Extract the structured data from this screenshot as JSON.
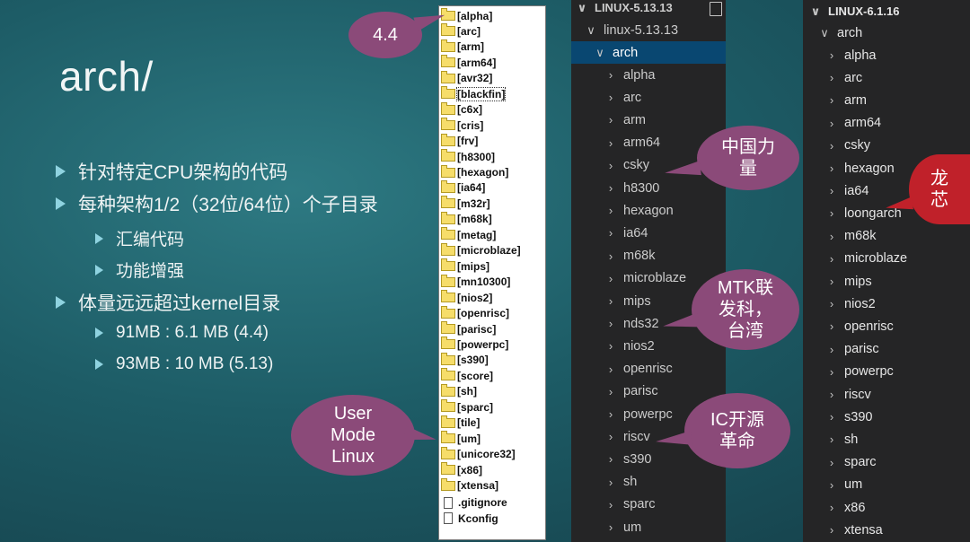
{
  "slide": {
    "title": "arch/",
    "bullets": [
      {
        "level": 1,
        "text": "针对特定CPU架构的代码"
      },
      {
        "level": 1,
        "text": "每种架构1/2（32位/64位）个子目录"
      },
      {
        "level": 2,
        "text": "汇编代码"
      },
      {
        "level": 2,
        "text": "功能增强"
      },
      {
        "level": 1,
        "text": "体量远远超过kernel目录"
      },
      {
        "level": 2,
        "text": "91MB : 6.1 MB (4.4)"
      },
      {
        "level": 2,
        "text": "93MB : 10 MB (5.13)"
      }
    ]
  },
  "bubbles": {
    "v44": "4.4",
    "user_mode_linux": [
      "User",
      "Mode",
      "Linux"
    ],
    "china_power": [
      "中国力",
      "量"
    ],
    "mtk": [
      "MTK联",
      "发科，",
      "台湾"
    ],
    "ic_open": [
      "IC开源",
      "革命"
    ],
    "loongson": [
      "龙",
      "芯"
    ]
  },
  "old_listing": {
    "folders": [
      "[alpha]",
      "[arc]",
      "[arm]",
      "[arm64]",
      "[avr32]",
      "[blackfin]",
      "[c6x]",
      "[cris]",
      "[frv]",
      "[h8300]",
      "[hexagon]",
      "[ia64]",
      "[m32r]",
      "[m68k]",
      "[metag]",
      "[microblaze]",
      "[mips]",
      "[mn10300]",
      "[nios2]",
      "[openrisc]",
      "[parisc]",
      "[powerpc]",
      "[s390]",
      "[score]",
      "[sh]",
      "[sparc]",
      "[tile]",
      "[um]",
      "[unicore32]",
      "[x86]",
      "[xtensa]"
    ],
    "selected": "[blackfin]",
    "files": [
      ".gitignore",
      "Kconfig"
    ]
  },
  "explorer_5_13": {
    "header": "LINUX-5.13.13",
    "root": "linux-5.13.13",
    "open_folder": "arch",
    "items": [
      "alpha",
      "arc",
      "arm",
      "arm64",
      "csky",
      "h8300",
      "hexagon",
      "ia64",
      "m68k",
      "microblaze",
      "mips",
      "nds32",
      "nios2",
      "openrisc",
      "parisc",
      "powerpc",
      "riscv",
      "s390",
      "sh",
      "sparc",
      "um"
    ]
  },
  "explorer_6_1": {
    "header": "LINUX-6.1.16",
    "open_folder": "arch",
    "items": [
      "alpha",
      "arc",
      "arm",
      "arm64",
      "csky",
      "hexagon",
      "ia64",
      "loongarch",
      "m68k",
      "microblaze",
      "mips",
      "nios2",
      "openrisc",
      "parisc",
      "powerpc",
      "riscv",
      "s390",
      "sh",
      "sparc",
      "um",
      "x86",
      "xtensa"
    ]
  },
  "icons": {
    "chevron_right": "›",
    "chevron_down": "⌄",
    "new_file": "new-file-icon"
  },
  "colors": {
    "bubble": "#8b4a79",
    "selection": "#094771",
    "vscode_bg": "#252526"
  }
}
